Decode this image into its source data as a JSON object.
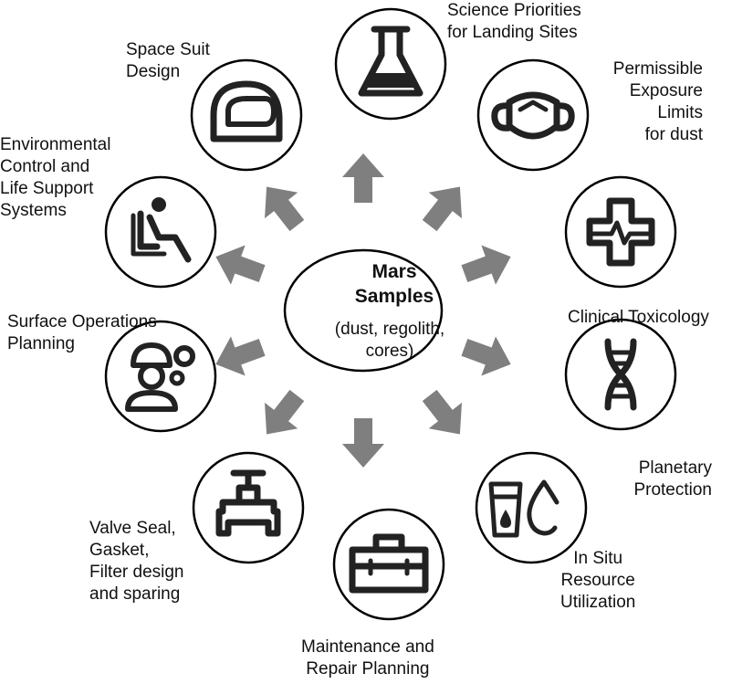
{
  "center": {
    "title_lines": [
      "Mars",
      "Samples"
    ],
    "subtitle_lines": [
      "(dust, regolith,",
      "cores)"
    ]
  },
  "nodes": [
    {
      "id": "science",
      "label": "Science Priorities\nfor Landing Sites",
      "icon": "flask-icon"
    },
    {
      "id": "exposure",
      "label": "Permissible\nExposure\nLimits\nfor dust",
      "icon": "face-mask-icon"
    },
    {
      "id": "toxicology",
      "label": "Clinical Toxicology",
      "icon": "medical-cross-icon"
    },
    {
      "id": "planetary",
      "label": "Planetary\nProtection",
      "icon": "dna-icon"
    },
    {
      "id": "isru",
      "label": "In Situ\nResource\nUtilization",
      "icon": "water-oxygen-icon"
    },
    {
      "id": "maintenance",
      "label": "Maintenance and\nRepair Planning",
      "icon": "toolbox-icon"
    },
    {
      "id": "valve",
      "label": "Valve Seal,\nGasket,\nFilter design\nand sparing",
      "icon": "valve-icon"
    },
    {
      "id": "surface",
      "label": "Surface Operations\nPlanning",
      "icon": "worker-gears-icon"
    },
    {
      "id": "eclss",
      "label": "Environmental\nControl and\nLife Support\nSystems",
      "icon": "seated-person-icon"
    },
    {
      "id": "suit",
      "label": "Space Suit\nDesign",
      "icon": "helmet-icon"
    }
  ],
  "colors": {
    "arrow": "#7f7f7f",
    "stroke": "#000000",
    "icon": "#222222"
  }
}
